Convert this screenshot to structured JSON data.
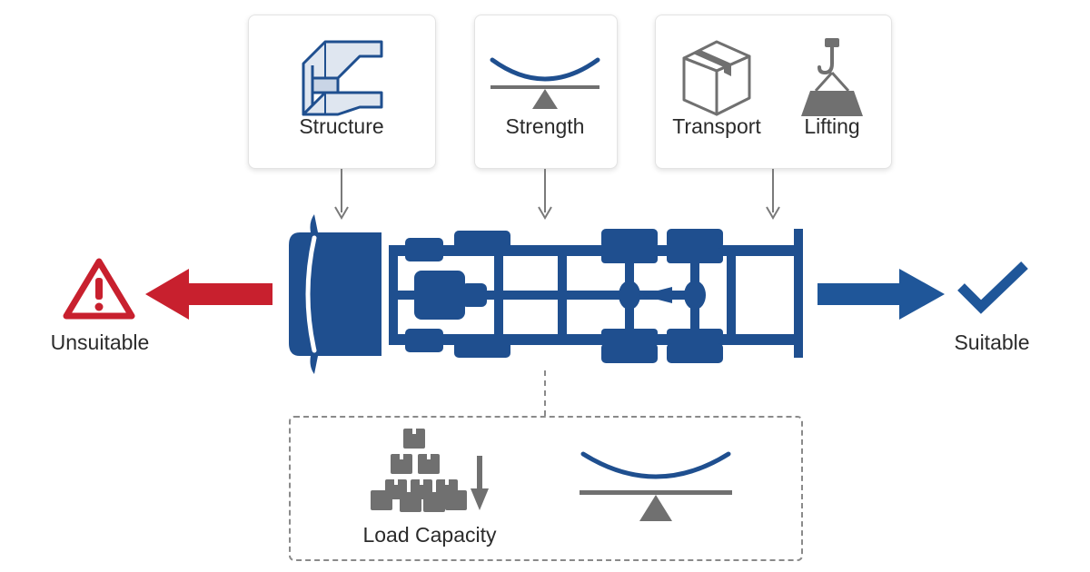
{
  "cards": [
    {
      "labels": [
        "Structure"
      ]
    },
    {
      "labels": [
        "Strength"
      ]
    },
    {
      "labels": [
        "Transport",
        "Lifting"
      ]
    }
  ],
  "outcomes": {
    "negative": {
      "label": "Unsuitable",
      "color": "#c8202e",
      "icon": "warning-triangle-icon"
    },
    "positive": {
      "label": "Suitable",
      "color": "#1f5699",
      "icon": "checkmark-icon"
    }
  },
  "detail": {
    "label": "Load Capacity"
  },
  "colors": {
    "chassis": "#1f4f8f",
    "icon_gray": "#707070",
    "arrow_gray": "#7a7a7a"
  }
}
